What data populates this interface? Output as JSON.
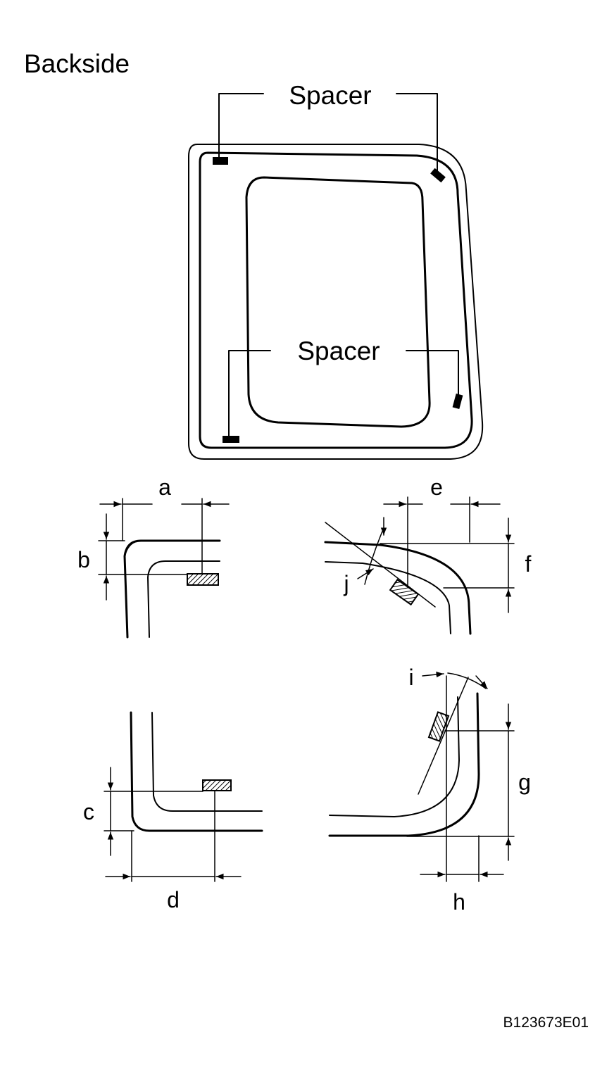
{
  "title": "Backside",
  "callouts": {
    "spacer_top": "Spacer",
    "spacer_bottom": "Spacer"
  },
  "dimensions": {
    "a": "a",
    "b": "b",
    "c": "c",
    "d": "d",
    "e": "e",
    "f": "f",
    "g": "g",
    "h": "h",
    "i": "i",
    "j": "j"
  },
  "figure_code": "B123673E01"
}
